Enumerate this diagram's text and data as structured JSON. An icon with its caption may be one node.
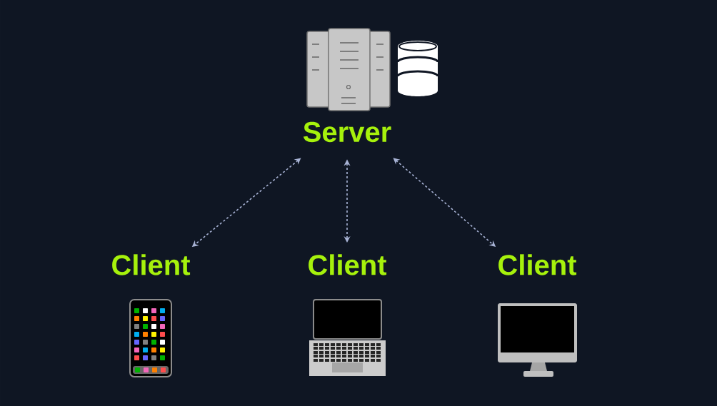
{
  "diagram": {
    "nodes": [
      {
        "text": [
          "Server"
        ]
      },
      {
        "text": [
          "Client"
        ]
      },
      {
        "text": [
          "Client"
        ]
      },
      {
        "text": [
          "Client"
        ]
      }
    ],
    "edges": [
      {
        "from": 0,
        "to": 1,
        "arrow": "both",
        "style": "dashed"
      },
      {
        "from": 0,
        "to": 2,
        "arrow": "both",
        "style": "dashed"
      },
      {
        "from": 0,
        "to": 3,
        "arrow": "both",
        "style": "dashed"
      }
    ]
  }
}
